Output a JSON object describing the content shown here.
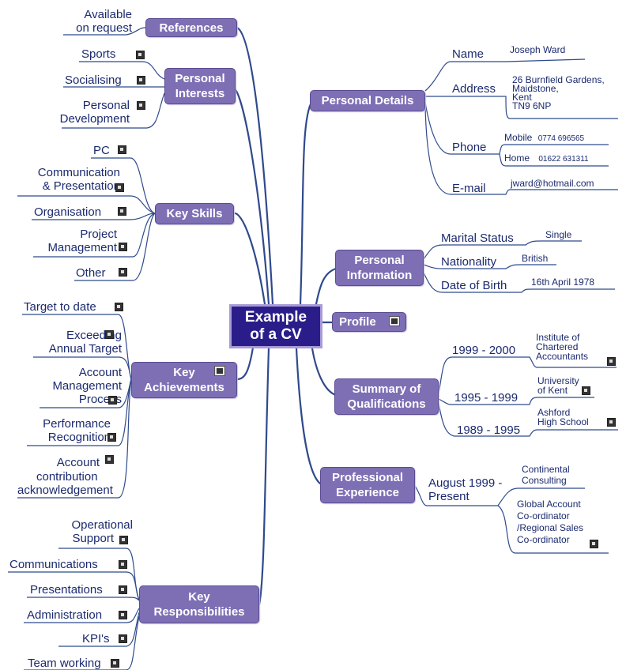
{
  "central": {
    "line1": "Example",
    "line2": "of a CV"
  },
  "references": {
    "title": "References",
    "item_l1": "Available",
    "item_l2": "on request"
  },
  "personal_interests": {
    "title_l1": "Personal",
    "title_l2": "Interests",
    "items": [
      "Sports",
      "Socialising",
      "Personal",
      "Development"
    ]
  },
  "key_skills": {
    "title": "Key Skills",
    "items": [
      "PC",
      "Communication",
      "& Presentation",
      "Organisation",
      "Project",
      "Management",
      "Other"
    ]
  },
  "key_achievements": {
    "title_l1": "Key",
    "title_l2": "Achievements",
    "items": [
      "Target to date",
      "Exceeding",
      "Annual Target",
      "Account",
      "Management",
      "Process",
      "Performance",
      "Recognition",
      "Account",
      "contribution",
      "acknowledgement"
    ]
  },
  "key_responsibilities": {
    "title_l1": "Key",
    "title_l2": "Responsibilities",
    "items": [
      "Operational",
      "Support",
      "Communications",
      "Presentations",
      "Administration",
      "KPI's",
      "Team working"
    ]
  },
  "personal_details": {
    "title": "Personal Details",
    "name_label": "Name",
    "name_value": "Joseph Ward",
    "address_label": "Address",
    "address_lines": [
      "26 Burnfield Gardens,",
      "Maidstone,",
      "Kent",
      "TN9 6NP"
    ],
    "phone_label": "Phone",
    "mobile_label": "Mobile",
    "mobile_value": "0774 696565",
    "home_label": "Home",
    "home_value": "01622 631311",
    "email_label": "E-mail",
    "email_value": "jward@hotmail.com"
  },
  "personal_information": {
    "title_l1": "Personal",
    "title_l2": "Information",
    "marital_label": "Marital Status",
    "marital_value": "Single",
    "nationality_label": "Nationality",
    "nationality_value": "British",
    "dob_label": "Date of Birth",
    "dob_value": "16th April 1978"
  },
  "profile": {
    "title": "Profile"
  },
  "qualifications": {
    "title_l1": "Summary of",
    "title_l2": "Qualifications",
    "q1_years": "1999 - 2000",
    "q1_lines": [
      "Institute of",
      "Chartered",
      "Accountants"
    ],
    "q2_years": "1995 - 1999",
    "q2_lines": [
      "University",
      "of Kent"
    ],
    "q3_years": "1989 - 1995",
    "q3_lines": [
      "Ashford",
      "High School"
    ]
  },
  "experience": {
    "title_l1": "Professional",
    "title_l2": "Experience",
    "period_l1": "August 1999 -",
    "period_l2": "Present",
    "company_l1": "Continental",
    "company_l2": "Consulting",
    "role_lines": [
      "Global Account",
      "Co-ordinator",
      "/Regional Sales",
      "Co-ordinator"
    ]
  },
  "colors": {
    "line": "#1f3a7a",
    "box": "#7e6fb5",
    "central": "#2a1d8a",
    "text": "#1b2a6e"
  }
}
